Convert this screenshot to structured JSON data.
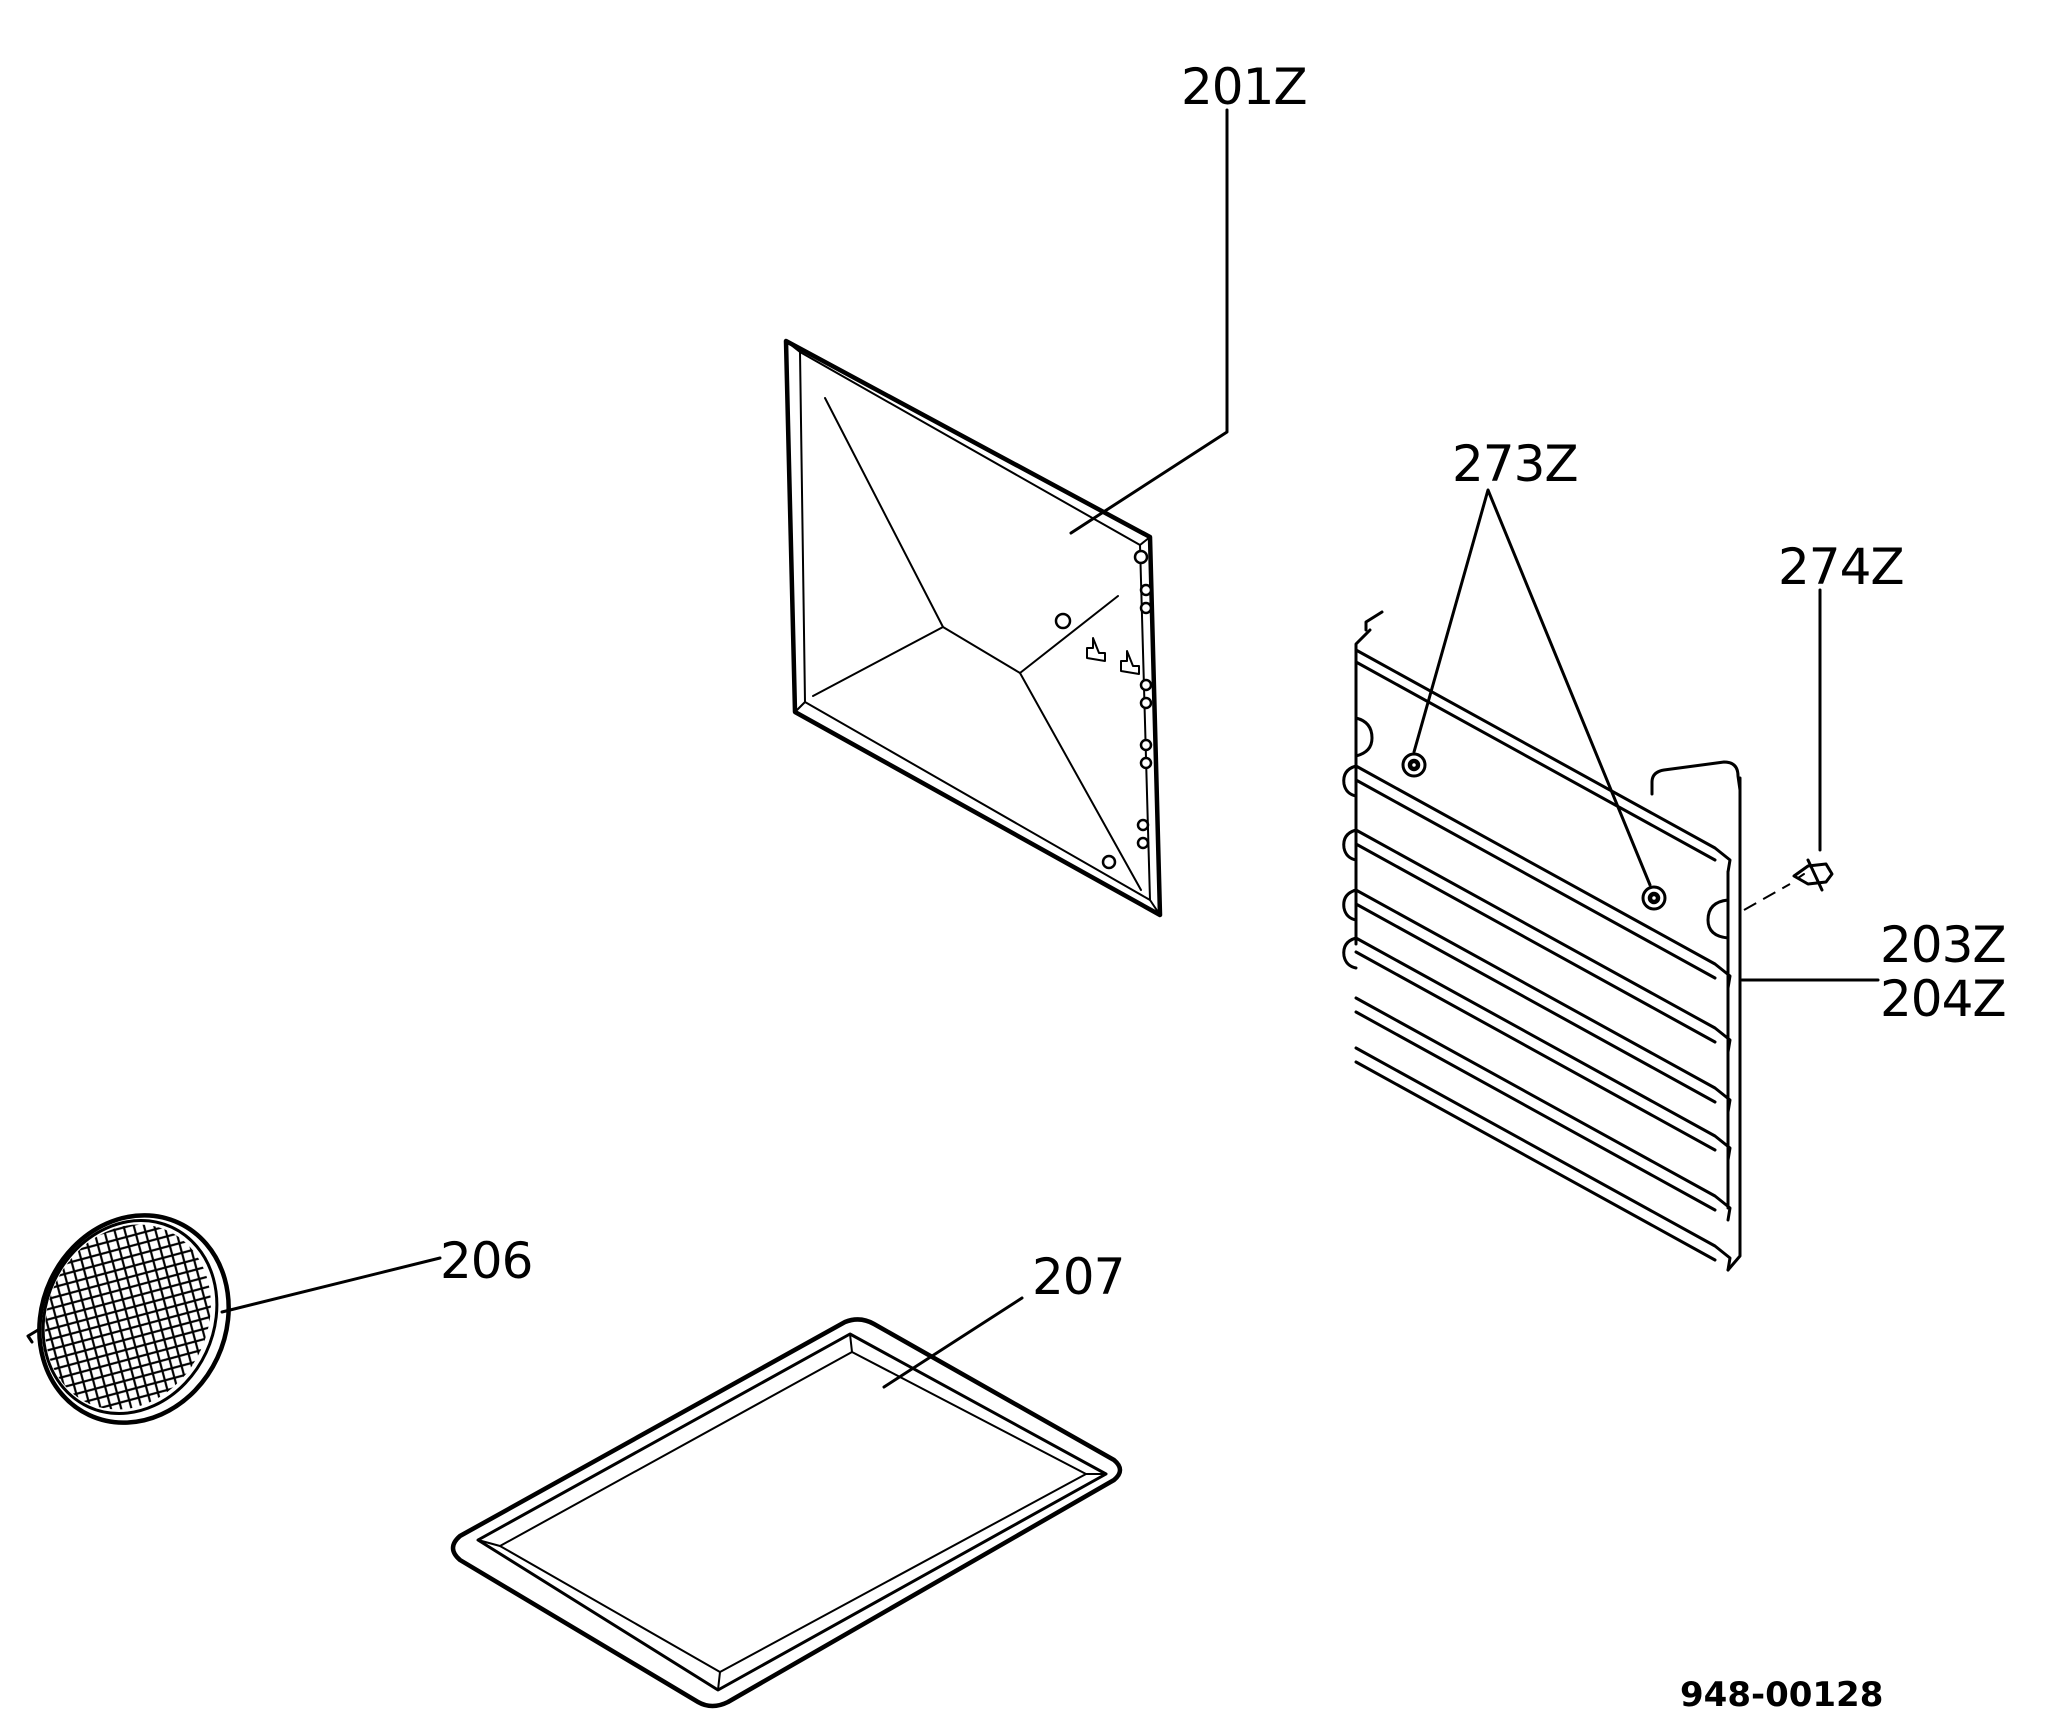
{
  "diagram": {
    "callouts": {
      "p201": "201Z",
      "p273": "273Z",
      "p274": "274Z",
      "p203": "203Z",
      "p204": "204Z",
      "p206": "206",
      "p207": "207"
    },
    "drawing_number": "948-00128"
  }
}
